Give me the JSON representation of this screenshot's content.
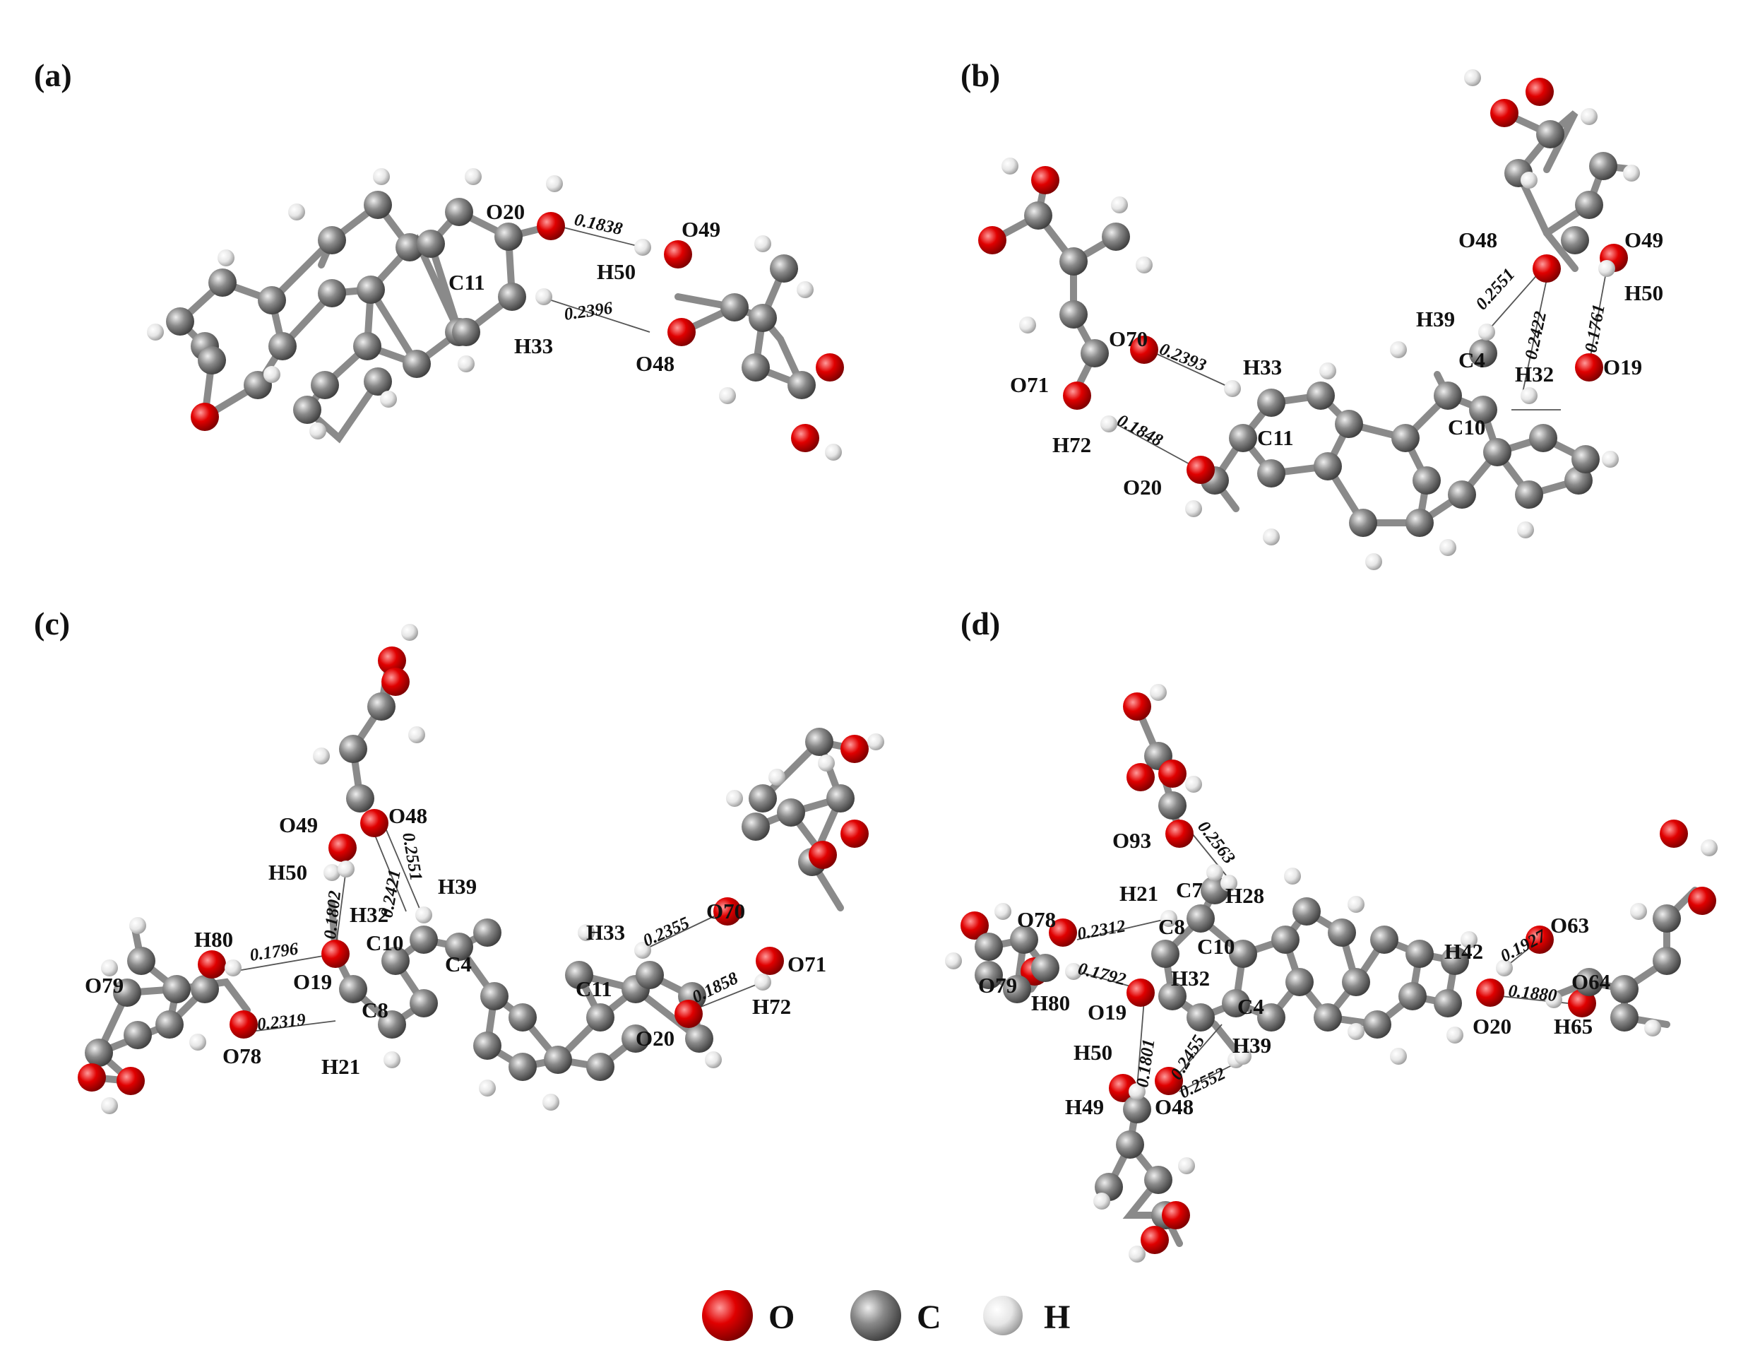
{
  "colors": {
    "O": "#e00000",
    "C": "#7a7a7a",
    "H": "#e9e9e9"
  },
  "panels": [
    {
      "label": "(a)",
      "atom_labels": [
        "O20",
        "C11",
        "O49",
        "H50",
        "H33",
        "O48"
      ],
      "distances": [
        "0.1838",
        "0.2396"
      ]
    },
    {
      "label": "(b)",
      "atom_labels": [
        "O48",
        "O49",
        "H39",
        "H50",
        "C4",
        "O70",
        "H32",
        "O19",
        "H33",
        "C10",
        "O71",
        "C11",
        "H72",
        "O20"
      ],
      "distances": [
        "0.2551",
        "0.2422",
        "0.1761",
        "0.2393",
        "0.1848"
      ]
    },
    {
      "label": "(c)",
      "atom_labels": [
        "O49",
        "O48",
        "H50",
        "H39",
        "H32",
        "H33",
        "O70",
        "H80",
        "C10",
        "C4",
        "O71",
        "O79",
        "O19",
        "C11",
        "C8",
        "O20",
        "H72",
        "O78",
        "H21"
      ],
      "distances": [
        "0.1802",
        "0.2421",
        "0.2551",
        "0.1796",
        "0.2355",
        "0.1858",
        "0.2319"
      ]
    },
    {
      "label": "(d)",
      "atom_labels": [
        "O93",
        "H21",
        "C7",
        "H28",
        "O78",
        "C8",
        "O63",
        "C10",
        "H42",
        "O79",
        "H80",
        "H32",
        "O64",
        "O19",
        "C4",
        "O20",
        "H65",
        "H50",
        "H39",
        "H49",
        "O48"
      ],
      "distances": [
        "0.2563",
        "0.2312",
        "0.1792",
        "0.1927",
        "0.1880",
        "0.1801",
        "0.2455",
        "0.2552"
      ]
    }
  ],
  "legend": [
    {
      "symbol": "O",
      "element": "O",
      "color": "#e00000"
    },
    {
      "symbol": "C",
      "element": "C",
      "color": "#7a7a7a"
    },
    {
      "symbol": "H",
      "element": "H",
      "color": "#e9e9e9"
    }
  ]
}
